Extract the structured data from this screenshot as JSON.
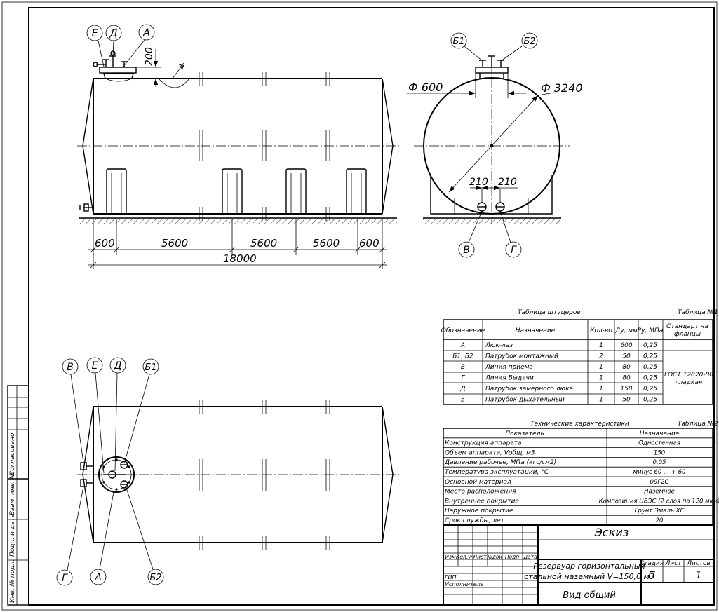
{
  "dimensions": {
    "front": [
      "600",
      "5600",
      "5600",
      "5600",
      "600",
      "18000"
    ],
    "nozzle_height": "200",
    "angle": "4",
    "dia_nozzle": "Ф 600",
    "dia_shell": "Ф 3240",
    "offset_left": "210",
    "offset_right": "210"
  },
  "callouts": {
    "front": [
      "Е",
      "Д",
      "А"
    ],
    "side_top": [
      "Б1",
      "Б2"
    ],
    "side_bottom": [
      "В",
      "Г"
    ],
    "plan_top": [
      "В",
      "Е",
      "Д",
      "Б1"
    ],
    "plan_bottom": [
      "Г",
      "А",
      "Б2"
    ]
  },
  "table1": {
    "title": "Таблица штуцеров",
    "number": "Таблица №1",
    "headers": [
      "Обозначение",
      "Назначение",
      "Кол-во",
      "Ду, мм",
      "Ру, МПа",
      "Стандарт на фланцы"
    ],
    "rows": [
      [
        "А",
        "Люк-лаз",
        "1",
        "600",
        "0,25"
      ],
      [
        "Б1, Б2",
        "Патрубок монтажный",
        "2",
        "50",
        "0,25"
      ],
      [
        "В",
        "Линия приема",
        "1",
        "80",
        "0,25"
      ],
      [
        "Г",
        "Линия Выдачи",
        "1",
        "80",
        "0,25"
      ],
      [
        "Д",
        "Патрубок замерного люка",
        "1",
        "150",
        "0,25"
      ],
      [
        "Е",
        "Патрубок дыхательный",
        "1",
        "50",
        "0,25"
      ]
    ],
    "standard": [
      "ГОСТ 12820-80",
      "гладкая"
    ]
  },
  "table2": {
    "title": "Технические характеристики",
    "number": "Таблица №2",
    "headers": [
      "Показатель",
      "Назначение"
    ],
    "rows": [
      [
        "Конструкция аппарата",
        "Одностенная"
      ],
      [
        "Объем аппарата, Vобщ, м3",
        "150"
      ],
      [
        "Давление рабочее, МПа (кгс/см2)",
        "0,05"
      ],
      [
        "Температура эксплуатации, °С",
        "минус 60 ... + 60"
      ],
      [
        "Основной материал",
        "09Г2С"
      ],
      [
        "Место расположения",
        "Наземное"
      ],
      [
        "Внутреннее покрытие",
        "Композиция ЦВЭС (2 слоя по 120 мкм)"
      ],
      [
        "Наружное покрытие",
        "Грунт Эмаль ХС"
      ],
      [
        "Срок службы, лет",
        "20"
      ]
    ]
  },
  "stamp": {
    "code": "Эскиз",
    "cols": [
      "Изм",
      "Кол.уч",
      "Лист",
      "№док",
      "Подп",
      "Дата"
    ],
    "roles": [
      "ГИП",
      "Исполнитель"
    ],
    "title": [
      "Резервуар горизонтальный",
      "стальной наземный V=150,0 м3"
    ],
    "stage_labels": [
      "Стадия",
      "Лист",
      "Листов"
    ],
    "stage_values": [
      "П",
      "",
      "1"
    ],
    "sheet_name": "Вид общий"
  },
  "side_stamp": [
    "Согласовано",
    "Взам. инв. №",
    "Подп. и дата",
    "Инв. № подл."
  ]
}
